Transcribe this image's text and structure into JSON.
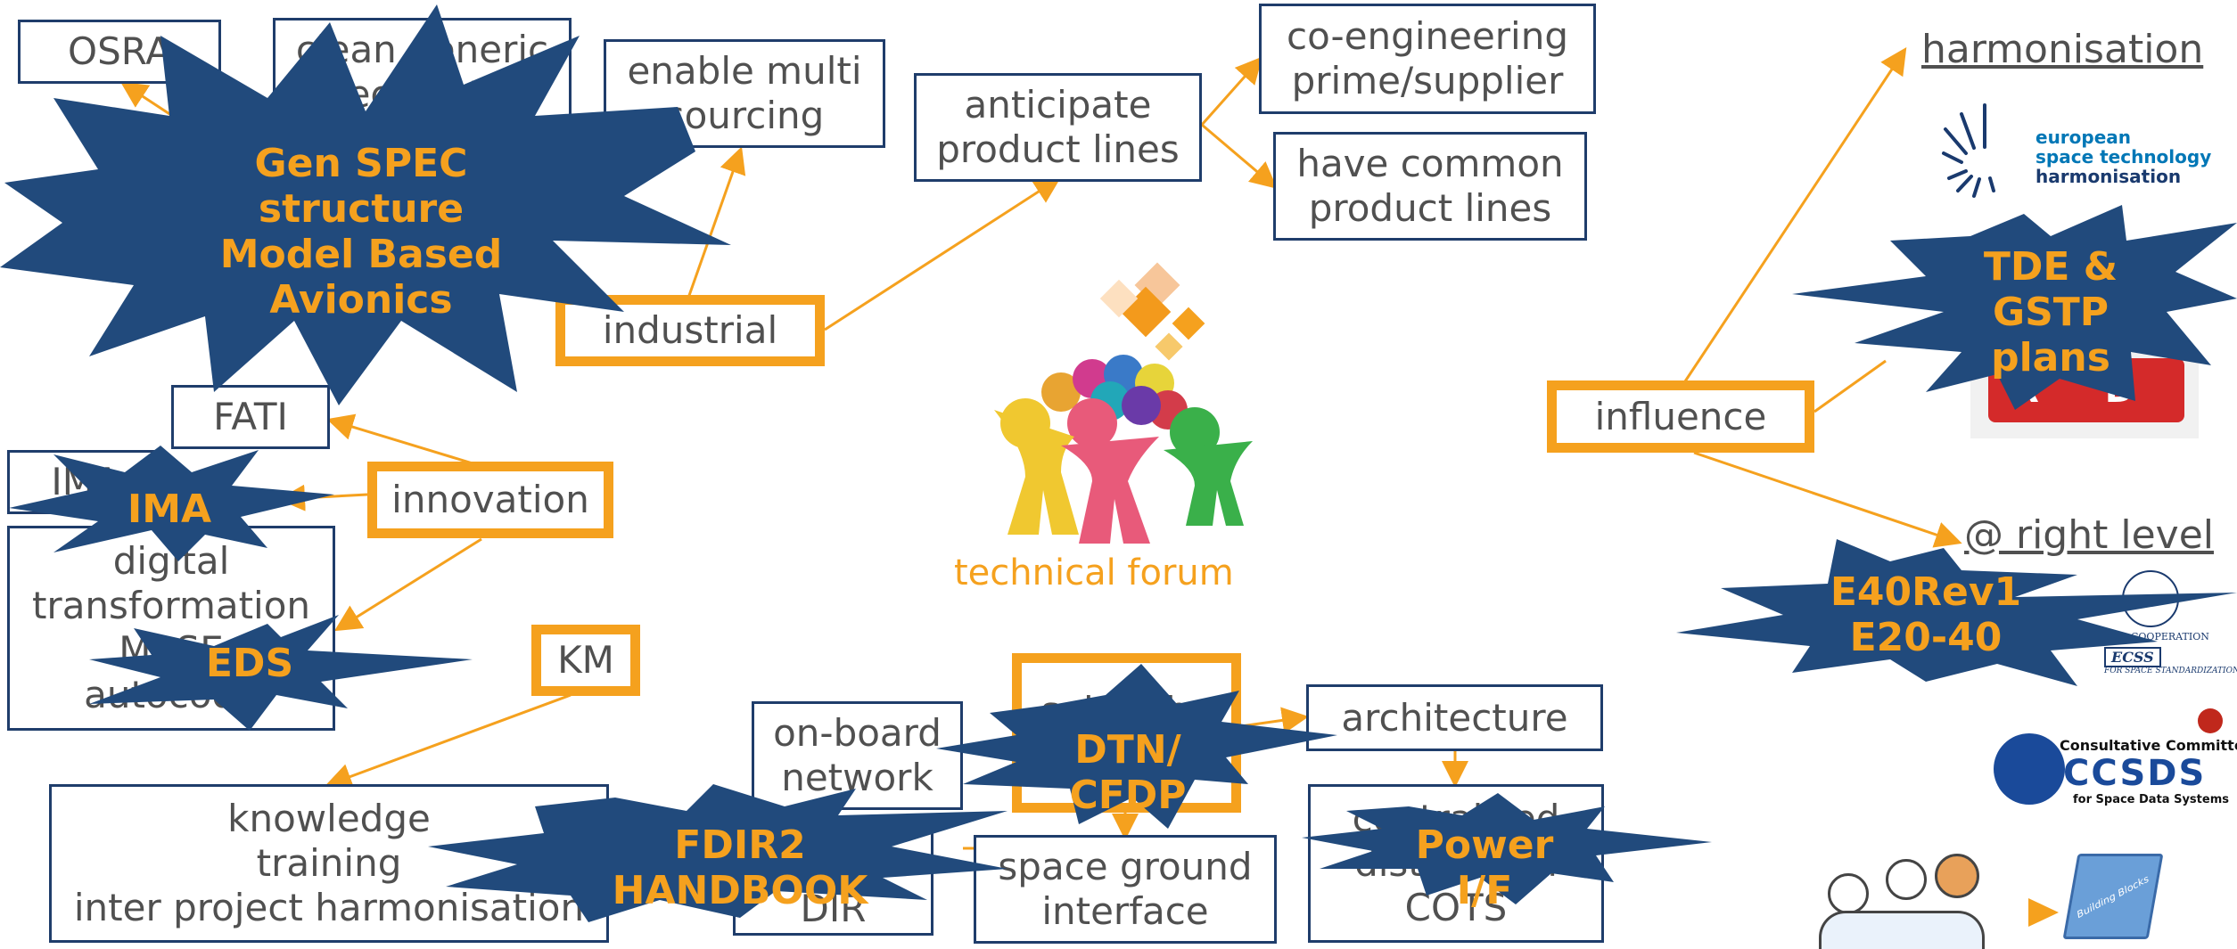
{
  "colors": {
    "accent": "#f5a11e",
    "navy": "#1f3d6b",
    "burst": "#214a7c",
    "text": "#505050"
  },
  "boxes": {
    "osra": "OSRA",
    "clean_generic_spec": [
      "clean generic",
      "specification"
    ],
    "enable_multi_sourcing": [
      "enable multi",
      "sourcing"
    ],
    "anticipate_product_lines": [
      "anticipate",
      "product lines"
    ],
    "co_engineering": [
      "co-engineering",
      "prime/supplier"
    ],
    "common_product_lines": [
      "have common",
      "product lines"
    ],
    "industrial": "industrial",
    "fati": "FATI",
    "ima": "IMA",
    "innovation": "innovation",
    "digital_transformation": [
      "digital",
      "transformation",
      "MBSE",
      "autocode"
    ],
    "km": "KM",
    "knowledge_training": [
      "knowledge",
      "training",
      "inter project harmonisation"
    ],
    "on_board_network": [
      "on-board",
      "network"
    ],
    "solve_the": [
      "solve the",
      "problem"
    ],
    "architecture": "architecture",
    "centralised": [
      "centralised",
      "distributed",
      "COTS"
    ],
    "space_ground": [
      "space ground",
      "interface"
    ],
    "dir": "DIR",
    "influence": "influence"
  },
  "bursts": {
    "gen_spec": [
      "Gen SPEC",
      "structure",
      "Model Based",
      "Avionics"
    ],
    "ima": "IMA",
    "eds": "EDS",
    "tde": [
      "TDE &",
      "GSTP",
      "plans"
    ],
    "e40": [
      "E40Rev1",
      "E20-40"
    ],
    "fdir": [
      "FDIR2",
      "HANDBOOK"
    ],
    "dtn": [
      "DTN/",
      "CFDP"
    ],
    "power": [
      "Power",
      "I/F"
    ]
  },
  "center": {
    "label": "technical forum",
    "icon": "people-group-icon"
  },
  "links": {
    "harmonisation": "harmonisation",
    "right_level": "@ right level"
  },
  "logos": {
    "esa_line1": "european",
    "esa_line2": "space technology",
    "esa_line3": "harmonisation",
    "ecss": "ECSS",
    "ecss_caption1": "COOPERATION",
    "ecss_caption2": "FOR SPACE STANDARDIZATION",
    "ccsds_caption1": "Consultative Committee",
    "ccsds_name": "CCSDS",
    "ccsds_caption2": "for Space Data Systems",
    "dice": "R D",
    "book": "Building Blocks"
  }
}
